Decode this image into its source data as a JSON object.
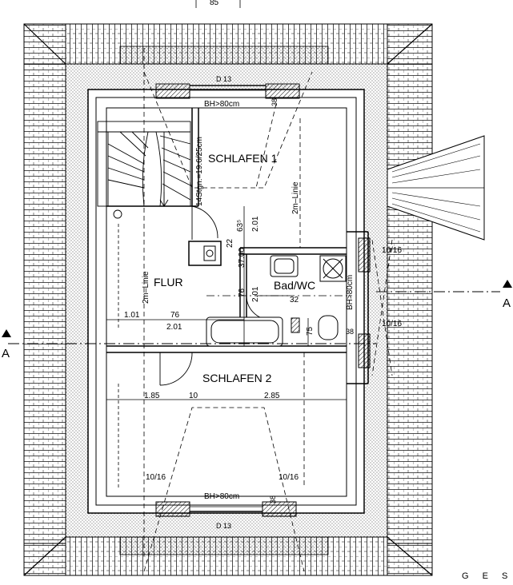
{
  "rooms": {
    "schlafen1": "SCHLAFEN 1",
    "schlafen2": "SCHLAFEN 2",
    "flur": "FLUR",
    "bad": "Bad/WC"
  },
  "annotations": {
    "stair_spec": "14Stgn.=19.6/25cm",
    "line_schlafen1": "2m–Linie",
    "line_flur": "2m–Linie",
    "bh_top": "BH>80cm",
    "bh_bottom": "BH>80cm",
    "bh_bad": "BH>80cm",
    "d13_top": "D 13",
    "d13_bottom": "D 13",
    "section_right": "A",
    "section_left": "A",
    "ges": "G E S",
    "top_dim": "85"
  },
  "dimensions": {
    "d_38_top": "38",
    "d_38_bad": "38",
    "d_38_bottom": "38",
    "d_63": "63⁵",
    "d_201_a": "2.01",
    "d_22": "22",
    "d_3700": "37.00",
    "d_76_v": "76",
    "d_201_b": "2.01",
    "d_32": "32",
    "d_75": "75",
    "d_101": "1.01",
    "d_76_h": "76",
    "d_201_c": "2.01",
    "d_185": "1.85",
    "d_10": "10",
    "d_285": "2.85",
    "d_1016_a": "10/16",
    "d_1016_b": "10/16",
    "d_1016_c": "10/16",
    "d_1016_d": "10/16"
  },
  "colors": {
    "line": "#000000",
    "paper": "#ffffff"
  }
}
